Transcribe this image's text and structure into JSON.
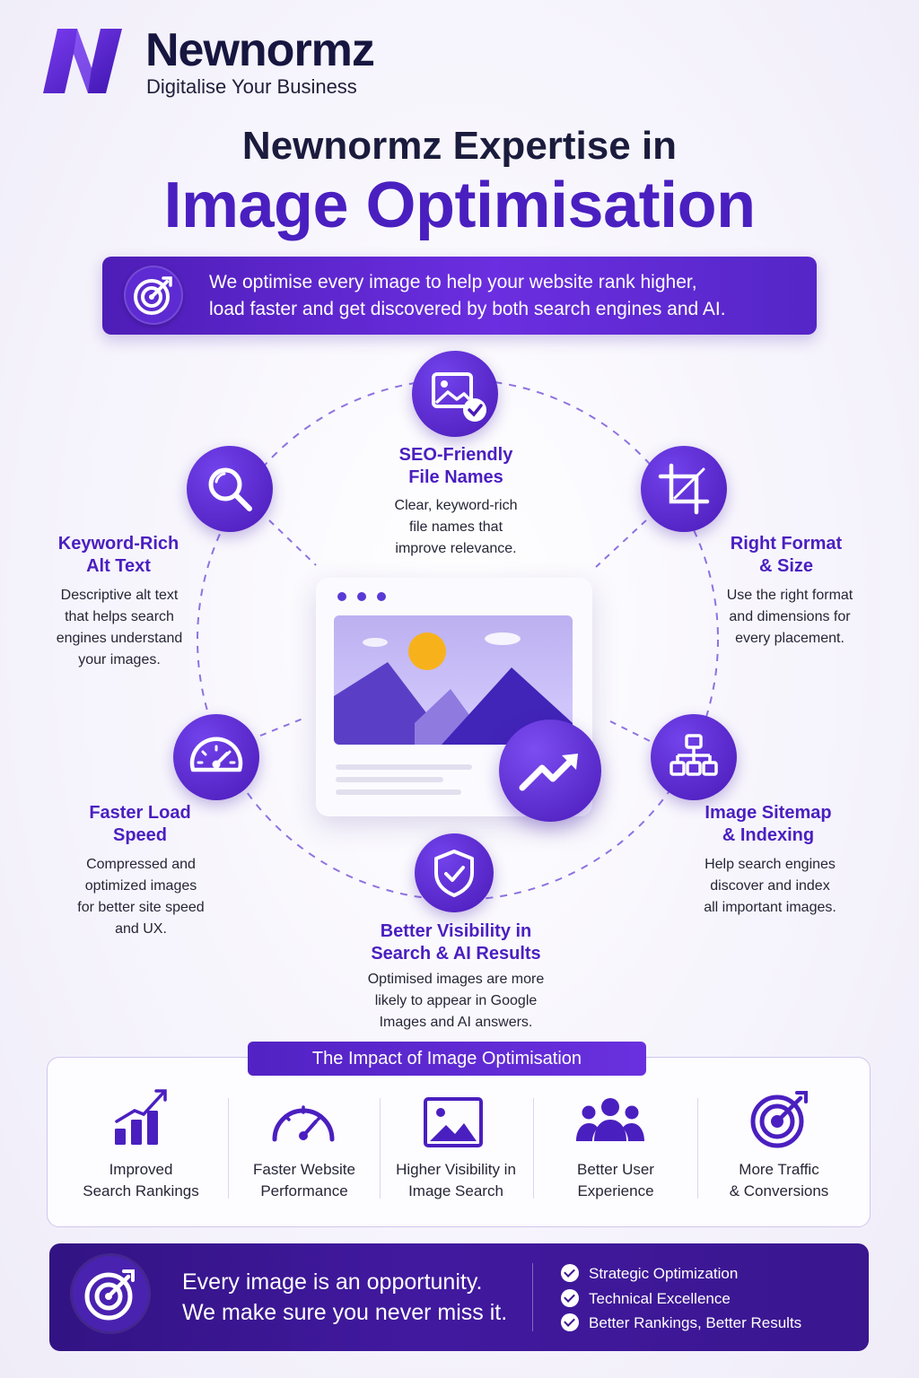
{
  "header": {
    "brand": "Newnormz",
    "tagline": "Digitalise Your Business"
  },
  "title": {
    "line1": "Newnormz Expertise in",
    "line2": "Image Optimisation"
  },
  "banner": {
    "line1": "We optimise every image to help your website rank higher,",
    "line2": "load faster and get discovered by both search engines and AI."
  },
  "features": [
    {
      "id": "seo",
      "title1": "SEO-Friendly",
      "title2": "File Names",
      "desc": [
        "Clear, keyword-rich",
        "file names that",
        "improve relevance."
      ]
    },
    {
      "id": "format",
      "title1": "Right Format",
      "title2": "& Size",
      "desc": [
        "Use the right format",
        "and dimensions for",
        "every placement."
      ]
    },
    {
      "id": "sitemap",
      "title1": "Image Sitemap",
      "title2": "& Indexing",
      "desc": [
        "Help search engines",
        "discover and index",
        "all important images."
      ]
    },
    {
      "id": "visibility",
      "title1": "Better Visibility in",
      "title2": "Search & AI Results",
      "desc": [
        "Optimised images are more",
        "likely to appear in Google",
        "Images and AI answers."
      ]
    },
    {
      "id": "speed",
      "title1": "Faster Load",
      "title2": "Speed",
      "desc": [
        "Compressed and",
        "optimized images",
        "for better site speed",
        "and UX."
      ]
    },
    {
      "id": "alt",
      "title1": "Keyword-Rich",
      "title2": "Alt Text",
      "desc": [
        "Descriptive alt text",
        "that helps search",
        "engines understand",
        "your images."
      ]
    }
  ],
  "impact": {
    "heading": "The Impact of Image Optimisation",
    "items": [
      {
        "icon": "bar-chart-icon",
        "l1": "Improved",
        "l2": "Search Rankings"
      },
      {
        "icon": "speedometer-icon",
        "l1": "Faster Website",
        "l2": "Performance"
      },
      {
        "icon": "image-icon",
        "l1": "Higher Visibility in",
        "l2": "Image Search"
      },
      {
        "icon": "users-icon",
        "l1": "Better User",
        "l2": "Experience"
      },
      {
        "icon": "target-icon",
        "l1": "More Traffic",
        "l2": "& Conversions"
      }
    ]
  },
  "footer": {
    "line1": "Every image is an opportunity.",
    "line2": "We make sure you never miss it.",
    "checks": [
      "Strategic Optimization",
      "Technical Excellence",
      "Better Rankings, Better Results"
    ]
  },
  "colors": {
    "brand_purple": "#4a1fc0",
    "navy": "#1b1b3d",
    "footer_bg": "#3a168f",
    "sun": "#f7b21b"
  }
}
